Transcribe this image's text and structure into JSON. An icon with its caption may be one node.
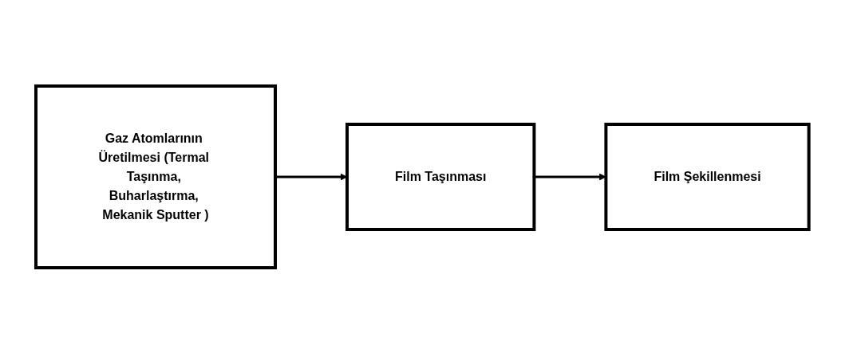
{
  "diagram": {
    "nodes": [
      {
        "text": [
          "Gaz Atomlarının Üretilmesi (Termal Taşınma, Buharlaştırma, Mekanik Sputter )"
        ]
      },
      {
        "text": [
          "Film Taşınması"
        ]
      },
      {
        "text": [
          "Film Şekillenmesi"
        ]
      }
    ],
    "edges": [
      {
        "from": 0,
        "to": 1,
        "arrow": "to"
      },
      {
        "from": 1,
        "to": 2,
        "arrow": "to"
      }
    ]
  }
}
